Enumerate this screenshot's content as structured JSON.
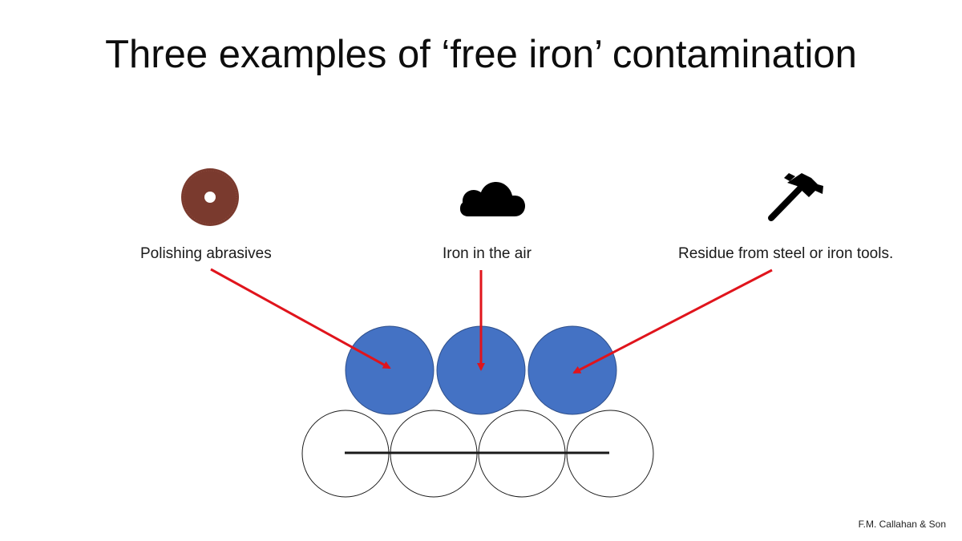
{
  "title": "Three examples of ‘free iron’ contamination",
  "sources": [
    {
      "label": "Polishing abrasives",
      "icon": "abrasive-disc-icon"
    },
    {
      "label": "Iron in the air",
      "icon": "cloud-icon"
    },
    {
      "label": "Residue from steel or iron tools.",
      "icon": "hammer-icon"
    }
  ],
  "credit": "F.M. Callahan & Son",
  "colors": {
    "iron_particle": "#4472c4",
    "arrow": "#e0141c",
    "abrasive_disc": "#7a3a2e",
    "icon": "#000000"
  }
}
